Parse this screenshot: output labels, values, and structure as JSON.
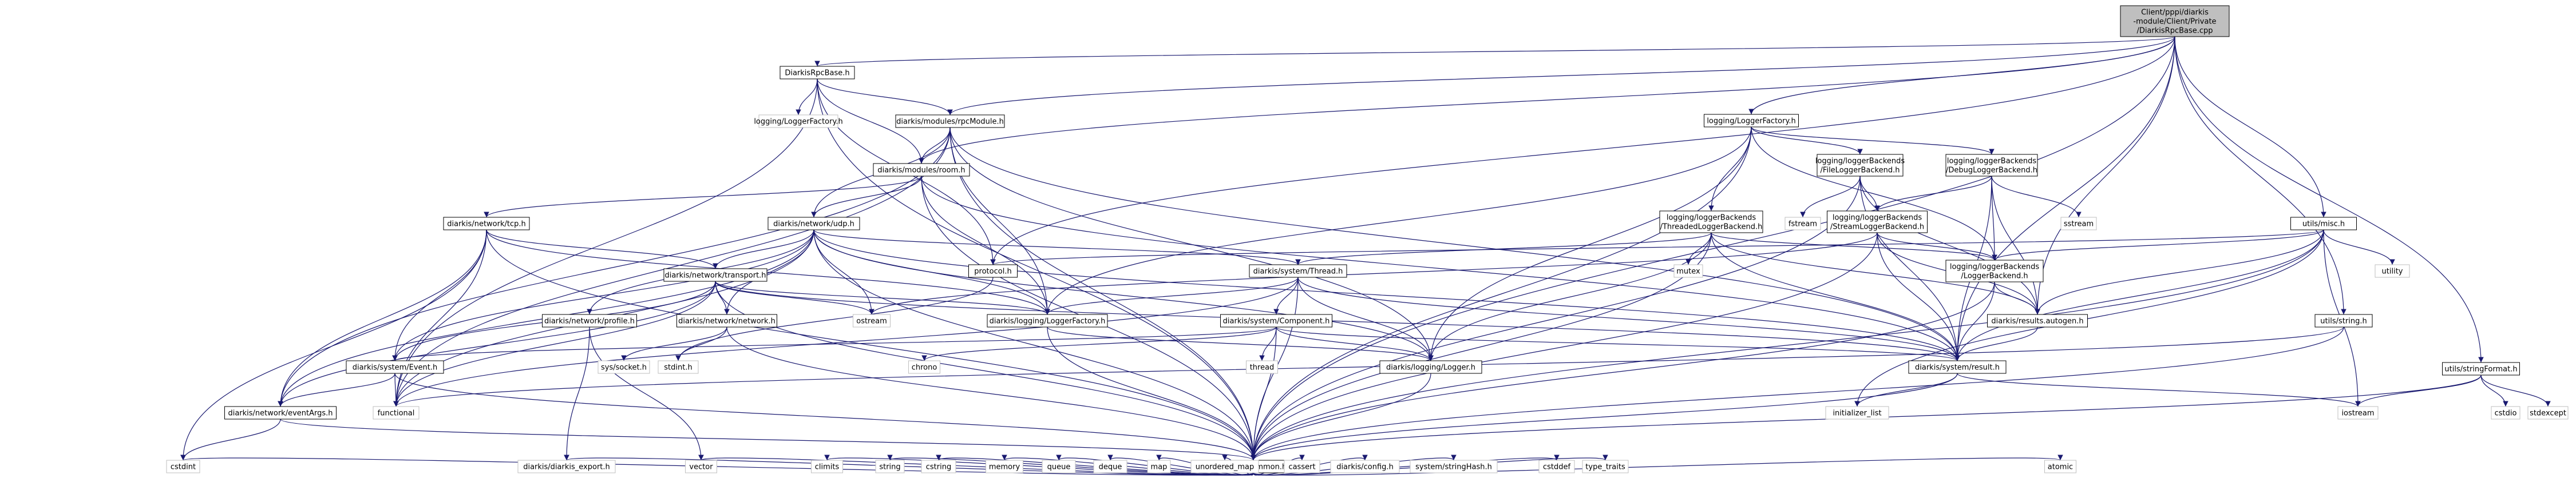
{
  "colors": {
    "edge": "#191970",
    "node_border": "#000000",
    "node_fill": "#ffffff",
    "root_fill": "#bfbfbf",
    "external_border": "#bfbfbf",
    "text": "#000000"
  },
  "nodes": [
    {
      "id": "root",
      "lines": [
        "Client/pppi/diarkis",
        "-module/Client/Private",
        "/DiarkisRpcBase.cpp"
      ],
      "kind": "root"
    },
    {
      "id": "rpcbase",
      "lines": [
        "DiarkisRpcBase.h"
      ],
      "kind": "file"
    },
    {
      "id": "rpcmodule",
      "lines": [
        "diarkis/modules/rpcModule.h"
      ],
      "kind": "file"
    },
    {
      "id": "logfactoryinc",
      "lines": [
        "logging/LoggerFactory.h"
      ],
      "kind": "ext"
    },
    {
      "id": "room",
      "lines": [
        "diarkis/modules/room.h"
      ],
      "kind": "file"
    },
    {
      "id": "tcp",
      "lines": [
        "diarkis/network/tcp.h"
      ],
      "kind": "file"
    },
    {
      "id": "udp",
      "lines": [
        "diarkis/network/udp.h"
      ],
      "kind": "file"
    },
    {
      "id": "transport",
      "lines": [
        "diarkis/network/transport.h"
      ],
      "kind": "file"
    },
    {
      "id": "protocol",
      "lines": [
        "protocol.h"
      ],
      "kind": "file"
    },
    {
      "id": "thread",
      "lines": [
        "diarkis/system/Thread.h"
      ],
      "kind": "file"
    },
    {
      "id": "logfactory",
      "lines": [
        "diarkis/logging/LoggerFactory.h"
      ],
      "kind": "file"
    },
    {
      "id": "profile",
      "lines": [
        "diarkis/network/profile.h"
      ],
      "kind": "file"
    },
    {
      "id": "networkh",
      "lines": [
        "diarkis/network/network.h"
      ],
      "kind": "file"
    },
    {
      "id": "component",
      "lines": [
        "diarkis/system/Component.h"
      ],
      "kind": "file"
    },
    {
      "id": "event",
      "lines": [
        "diarkis/system/Event.h"
      ],
      "kind": "file"
    },
    {
      "id": "eventargs",
      "lines": [
        "diarkis/network/eventArgs.h"
      ],
      "kind": "file"
    },
    {
      "id": "logger",
      "lines": [
        "diarkis/logging/Logger.h"
      ],
      "kind": "file"
    },
    {
      "id": "result",
      "lines": [
        "diarkis/system/result.h"
      ],
      "kind": "file"
    },
    {
      "id": "common",
      "lines": [
        "diarkis/common.h"
      ],
      "kind": "file"
    },
    {
      "id": "llf",
      "lines": [
        "logging/LoggerFactory.h"
      ],
      "kind": "file"
    },
    {
      "id": "flb",
      "lines": [
        "logging/loggerBackends",
        "/FileLoggerBackend.h"
      ],
      "kind": "file"
    },
    {
      "id": "dlb",
      "lines": [
        "logging/loggerBackends",
        "/DebugLoggerBackend.h"
      ],
      "kind": "file"
    },
    {
      "id": "tlb",
      "lines": [
        "logging/loggerBackends",
        "/ThreadedLoggerBackend.h"
      ],
      "kind": "file"
    },
    {
      "id": "slb",
      "lines": [
        "logging/loggerBackends",
        "/StreamLoggerBackend.h"
      ],
      "kind": "file"
    },
    {
      "id": "lb",
      "lines": [
        "logging/loggerBackends",
        "/LoggerBackend.h"
      ],
      "kind": "file"
    },
    {
      "id": "resautogen",
      "lines": [
        "diarkis/results.autogen.h"
      ],
      "kind": "file"
    },
    {
      "id": "misc",
      "lines": [
        "utils/misc.h"
      ],
      "kind": "file"
    },
    {
      "id": "ustring",
      "lines": [
        "utils/string.h"
      ],
      "kind": "file"
    },
    {
      "id": "ustrfmt",
      "lines": [
        "utils/stringFormat.h"
      ],
      "kind": "file"
    },
    {
      "id": "fstream",
      "lines": [
        "fstream"
      ],
      "kind": "ext"
    },
    {
      "id": "sstream",
      "lines": [
        "sstream"
      ],
      "kind": "ext"
    },
    {
      "id": "mutex",
      "lines": [
        "mutex"
      ],
      "kind": "ext"
    },
    {
      "id": "utility",
      "lines": [
        "utility"
      ],
      "kind": "ext"
    },
    {
      "id": "ostream",
      "lines": [
        "ostream"
      ],
      "kind": "ext"
    },
    {
      "id": "stdint",
      "lines": [
        "stdint.h"
      ],
      "kind": "ext"
    },
    {
      "id": "syssocket",
      "lines": [
        "sys/socket.h"
      ],
      "kind": "ext"
    },
    {
      "id": "chrono",
      "lines": [
        "chrono"
      ],
      "kind": "ext"
    },
    {
      "id": "threadx",
      "lines": [
        "thread"
      ],
      "kind": "ext"
    },
    {
      "id": "functional",
      "lines": [
        "functional"
      ],
      "kind": "ext"
    },
    {
      "id": "initlist",
      "lines": [
        "initializer_list"
      ],
      "kind": "ext"
    },
    {
      "id": "iostream",
      "lines": [
        "iostream"
      ],
      "kind": "ext"
    },
    {
      "id": "cstdio",
      "lines": [
        "cstdio"
      ],
      "kind": "ext"
    },
    {
      "id": "stdexcept",
      "lines": [
        "stdexcept"
      ],
      "kind": "ext"
    },
    {
      "id": "cstdint",
      "lines": [
        "cstdint"
      ],
      "kind": "ext"
    },
    {
      "id": "export",
      "lines": [
        "diarkis/diarkis_export.h"
      ],
      "kind": "ext"
    },
    {
      "id": "vector",
      "lines": [
        "vector"
      ],
      "kind": "ext"
    },
    {
      "id": "climits",
      "lines": [
        "climits"
      ],
      "kind": "ext"
    },
    {
      "id": "string",
      "lines": [
        "string"
      ],
      "kind": "ext"
    },
    {
      "id": "cstring",
      "lines": [
        "cstring"
      ],
      "kind": "ext"
    },
    {
      "id": "memory",
      "lines": [
        "memory"
      ],
      "kind": "ext"
    },
    {
      "id": "queue",
      "lines": [
        "queue"
      ],
      "kind": "ext"
    },
    {
      "id": "deque",
      "lines": [
        "deque"
      ],
      "kind": "ext"
    },
    {
      "id": "map",
      "lines": [
        "map"
      ],
      "kind": "ext"
    },
    {
      "id": "umap",
      "lines": [
        "unordered_map"
      ],
      "kind": "ext"
    },
    {
      "id": "cassert",
      "lines": [
        "cassert"
      ],
      "kind": "ext"
    },
    {
      "id": "config",
      "lines": [
        "diarkis/config.h"
      ],
      "kind": "ext"
    },
    {
      "id": "strhash",
      "lines": [
        "system/stringHash.h"
      ],
      "kind": "ext"
    },
    {
      "id": "cstddef",
      "lines": [
        "cstddef"
      ],
      "kind": "ext"
    },
    {
      "id": "typetraits",
      "lines": [
        "type_traits"
      ],
      "kind": "ext"
    },
    {
      "id": "atomic",
      "lines": [
        "atomic"
      ],
      "kind": "ext"
    }
  ],
  "edges": [
    [
      "root",
      "rpcbase"
    ],
    [
      "root",
      "rpcmodule"
    ],
    [
      "root",
      "room"
    ],
    [
      "root",
      "protocol"
    ],
    [
      "root",
      "llf"
    ],
    [
      "root",
      "misc"
    ],
    [
      "root",
      "ustring"
    ],
    [
      "root",
      "ustrfmt"
    ],
    [
      "root",
      "result"
    ],
    [
      "root",
      "common"
    ],
    [
      "root",
      "resautogen"
    ],
    [
      "rpcbase",
      "logfactoryinc"
    ],
    [
      "rpcbase",
      "rpcmodule"
    ],
    [
      "rpcbase",
      "room"
    ],
    [
      "rpcbase",
      "functional"
    ],
    [
      "rpcbase",
      "common"
    ],
    [
      "rpcbase",
      "protocol"
    ],
    [
      "rpcmodule",
      "room"
    ],
    [
      "rpcmodule",
      "logfactory"
    ],
    [
      "rpcmodule",
      "logger"
    ],
    [
      "rpcmodule",
      "eventargs"
    ],
    [
      "rpcmodule",
      "result"
    ],
    [
      "rpcmodule",
      "functional"
    ],
    [
      "rpcmodule",
      "common"
    ],
    [
      "rpcmodule",
      "udp"
    ],
    [
      "room",
      "tcp"
    ],
    [
      "room",
      "udp"
    ],
    [
      "room",
      "logfactory"
    ],
    [
      "room",
      "common"
    ],
    [
      "room",
      "result"
    ],
    [
      "tcp",
      "transport"
    ],
    [
      "tcp",
      "event"
    ],
    [
      "tcp",
      "eventargs"
    ],
    [
      "tcp",
      "functional"
    ],
    [
      "tcp",
      "common"
    ],
    [
      "tcp",
      "logfactory"
    ],
    [
      "tcp",
      "cstdint"
    ],
    [
      "udp",
      "transport"
    ],
    [
      "udp",
      "profile"
    ],
    [
      "udp",
      "networkh"
    ],
    [
      "udp",
      "thread"
    ],
    [
      "udp",
      "event"
    ],
    [
      "udp",
      "logfactory"
    ],
    [
      "udp",
      "logger"
    ],
    [
      "udp",
      "ostream"
    ],
    [
      "udp",
      "functional"
    ],
    [
      "udp",
      "common"
    ],
    [
      "udp",
      "result"
    ],
    [
      "udp",
      "eventargs"
    ],
    [
      "transport",
      "logfactory"
    ],
    [
      "transport",
      "event"
    ],
    [
      "transport",
      "eventargs"
    ],
    [
      "transport",
      "networkh"
    ],
    [
      "transport",
      "functional"
    ],
    [
      "transport",
      "common"
    ],
    [
      "transport",
      "ostream"
    ],
    [
      "transport",
      "result"
    ],
    [
      "protocol",
      "stdint"
    ],
    [
      "thread",
      "component"
    ],
    [
      "thread",
      "logger"
    ],
    [
      "thread",
      "result"
    ],
    [
      "thread",
      "common"
    ],
    [
      "thread",
      "functional"
    ],
    [
      "thread",
      "logfactory"
    ],
    [
      "logfactory",
      "logger"
    ],
    [
      "logfactory",
      "common"
    ],
    [
      "profile",
      "vector"
    ],
    [
      "profile",
      "export"
    ],
    [
      "networkh",
      "syssocket"
    ],
    [
      "networkh",
      "stdint"
    ],
    [
      "networkh",
      "common"
    ],
    [
      "component",
      "logger"
    ],
    [
      "component",
      "result"
    ],
    [
      "component",
      "common"
    ],
    [
      "component",
      "chrono"
    ],
    [
      "component",
      "threadx"
    ],
    [
      "component",
      "event"
    ],
    [
      "event",
      "eventargs"
    ],
    [
      "event",
      "functional"
    ],
    [
      "event",
      "common"
    ],
    [
      "eventargs",
      "cstdint"
    ],
    [
      "eventargs",
      "common"
    ],
    [
      "logger",
      "common"
    ],
    [
      "result",
      "initlist"
    ],
    [
      "result",
      "common"
    ],
    [
      "result",
      "iostream"
    ],
    [
      "llf",
      "flb"
    ],
    [
      "llf",
      "dlb"
    ],
    [
      "llf",
      "tlb"
    ],
    [
      "llf",
      "logger"
    ],
    [
      "llf",
      "common"
    ],
    [
      "llf",
      "lb"
    ],
    [
      "llf",
      "logfactory"
    ],
    [
      "flb",
      "fstream"
    ],
    [
      "flb",
      "slb"
    ],
    [
      "flb",
      "result"
    ],
    [
      "flb",
      "resautogen"
    ],
    [
      "flb",
      "common"
    ],
    [
      "dlb",
      "sstream"
    ],
    [
      "dlb",
      "slb"
    ],
    [
      "dlb",
      "lb"
    ],
    [
      "dlb",
      "result"
    ],
    [
      "dlb",
      "resautogen"
    ],
    [
      "tlb",
      "mutex"
    ],
    [
      "tlb",
      "lb"
    ],
    [
      "tlb",
      "thread"
    ],
    [
      "tlb",
      "result"
    ],
    [
      "tlb",
      "common"
    ],
    [
      "tlb",
      "resautogen"
    ],
    [
      "tlb",
      "logger"
    ],
    [
      "slb",
      "lb"
    ],
    [
      "slb",
      "result"
    ],
    [
      "slb",
      "resautogen"
    ],
    [
      "slb",
      "ostream"
    ],
    [
      "slb",
      "common"
    ],
    [
      "lb",
      "result"
    ],
    [
      "lb",
      "resautogen"
    ],
    [
      "lb",
      "common"
    ],
    [
      "resautogen",
      "result"
    ],
    [
      "misc",
      "utility"
    ],
    [
      "misc",
      "result"
    ],
    [
      "misc",
      "resautogen"
    ],
    [
      "misc",
      "common"
    ],
    [
      "misc",
      "iostream"
    ],
    [
      "misc",
      "initlist"
    ],
    [
      "misc",
      "lb"
    ],
    [
      "misc",
      "protocol"
    ],
    [
      "ustring",
      "common"
    ],
    [
      "ustring",
      "functional"
    ],
    [
      "ustrfmt",
      "cstdio"
    ],
    [
      "ustrfmt",
      "stdexcept"
    ],
    [
      "ustrfmt",
      "common"
    ],
    [
      "ustrfmt",
      "iostream"
    ],
    [
      "common",
      "cstdint"
    ],
    [
      "common",
      "export"
    ],
    [
      "common",
      "vector"
    ],
    [
      "common",
      "climits"
    ],
    [
      "common",
      "string"
    ],
    [
      "common",
      "cstring"
    ],
    [
      "common",
      "memory"
    ],
    [
      "common",
      "queue"
    ],
    [
      "common",
      "deque"
    ],
    [
      "common",
      "map"
    ],
    [
      "common",
      "umap"
    ],
    [
      "common",
      "cassert"
    ],
    [
      "common",
      "config"
    ],
    [
      "common",
      "strhash"
    ],
    [
      "common",
      "cstddef"
    ],
    [
      "common",
      "typetraits"
    ],
    [
      "common",
      "atomic"
    ]
  ]
}
